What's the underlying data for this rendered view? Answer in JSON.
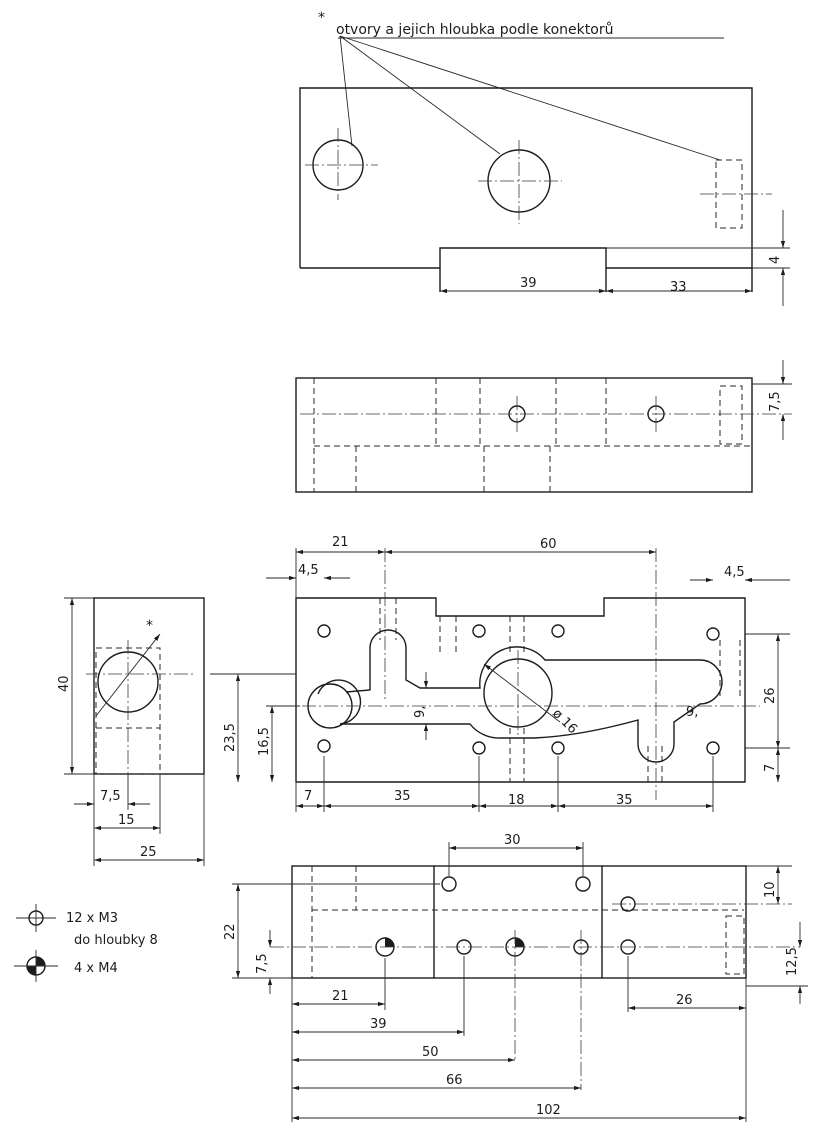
{
  "note": {
    "star": "*",
    "text": "otvory a jejich hloubka podle konektorů"
  },
  "dims": {
    "top_39": "39",
    "top_33": "33",
    "top_4": "4",
    "v2_75": "7,5",
    "v3_21": "21",
    "v3_60": "60",
    "v3_45l": "4,5",
    "v3_45r": "4,5",
    "v3_26": "26",
    "v3_7r": "7",
    "v3_9l": "9,",
    "v3_9r": "9,",
    "v3_d16": "ø 16",
    "v3_235": "23,5",
    "v3_165": "16,5",
    "v3_7b": "7",
    "v3_35a": "35",
    "v3_18": "18",
    "v3_35b": "35",
    "side_star": "*",
    "side_40": "40",
    "side_75": "7,5",
    "side_15": "15",
    "side_25": "25",
    "bot_30": "30",
    "bot_22": "22",
    "bot_75": "7,5",
    "bot_10": "10",
    "bot_125": "12,5",
    "bot_21": "21",
    "bot_26": "26",
    "bot_39": "39",
    "bot_50": "50",
    "bot_66": "66",
    "bot_102": "102"
  },
  "legend": {
    "m3_qty": "12 x M3",
    "m3_depth": "do hloubky 8",
    "m4_qty": "4 x M4"
  }
}
